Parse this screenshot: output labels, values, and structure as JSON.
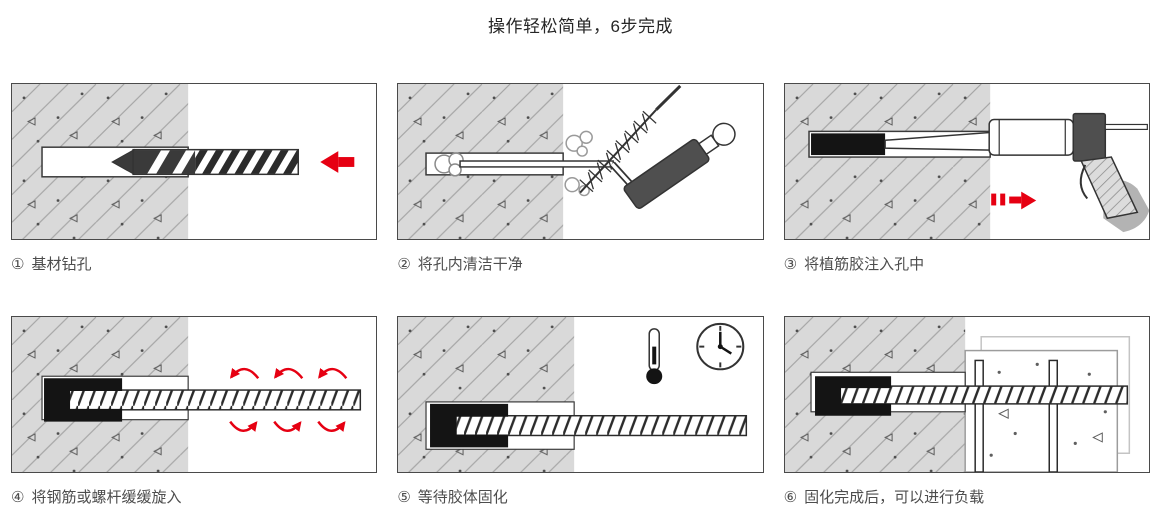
{
  "title": "操作轻松简单，6步完成",
  "steps": [
    {
      "num": "①",
      "label": "基材钻孔"
    },
    {
      "num": "②",
      "label": "将孔内清洁干净"
    },
    {
      "num": "③",
      "label": "将植筋胶注入孔中"
    },
    {
      "num": "④",
      "label": "将钢筋或螺杆缓缓旋入"
    },
    {
      "num": "⑤",
      "label": "等待胶体固化"
    },
    {
      "num": "⑥",
      "label": "固化完成后，可以进行负载"
    }
  ],
  "icons": {
    "step1": [
      "concrete-texture",
      "drilled-hole",
      "drill-bit",
      "red-arrow-left"
    ],
    "step2": [
      "drilled-hole",
      "air-tube",
      "dust-cloud",
      "cleaning-brush",
      "hand-blower"
    ],
    "step3": [
      "adhesive-fill",
      "injection-nozzle",
      "caulking-gun",
      "red-arrow-right"
    ],
    "step4": [
      "anchor-sleeve",
      "threaded-rod",
      "rotation-arrows"
    ],
    "step5": [
      "anchor-sleeve",
      "threaded-rod",
      "thermometer",
      "clock"
    ],
    "step6": [
      "anchor-sleeve",
      "threaded-rod",
      "concrete-slabs",
      "vertical-rebars"
    ]
  },
  "colors": {
    "accent": "#e60012",
    "concrete": "#d9d9d9",
    "outline": "#333333",
    "caption_text": "#4d4d4d"
  }
}
